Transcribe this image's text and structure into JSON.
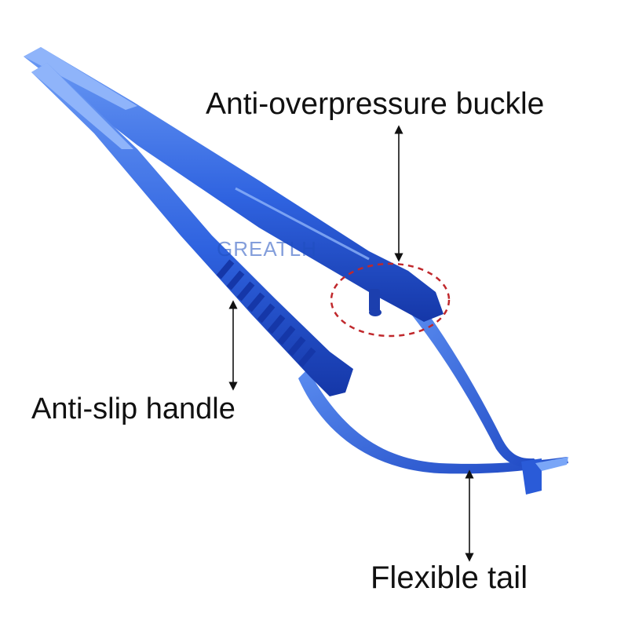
{
  "labels": {
    "buckle": "Anti-overpressure buckle",
    "slip": "Anti-slip handle",
    "tail": "Flexible tail"
  },
  "watermark": "GREATLH",
  "colors": {
    "instrument": "#2f63e0",
    "instrument_dark": "#1537a8",
    "instrument_light": "#6d9cf5",
    "highlight_circle": "#c0282c",
    "arrow": "#111111",
    "text": "#111111",
    "background": "#ffffff"
  }
}
